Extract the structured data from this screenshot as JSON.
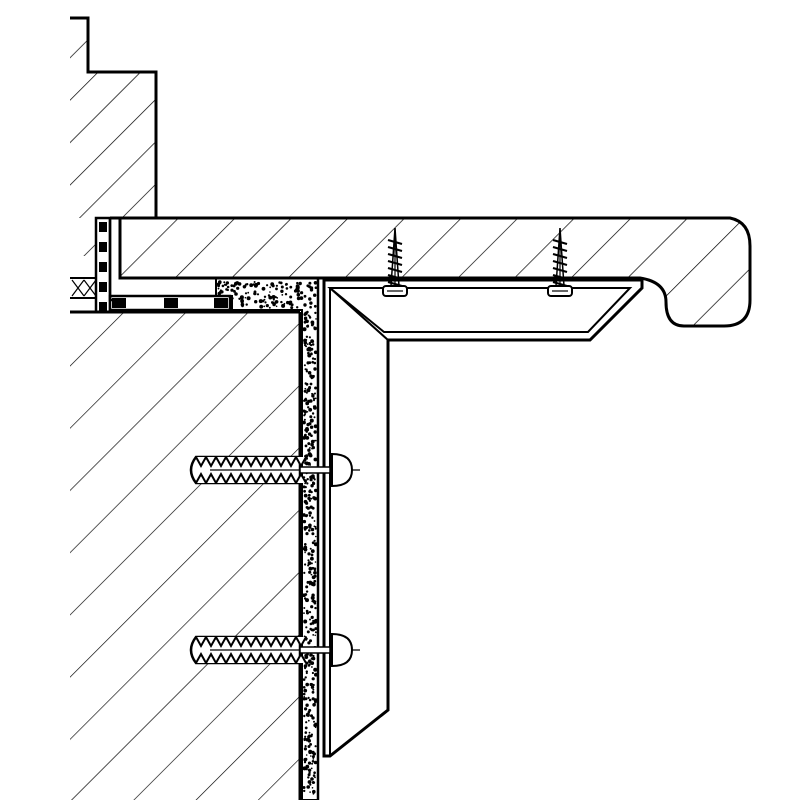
{
  "drawing": {
    "kind": "construction-section-detail",
    "stroke_color": "#000000",
    "fill_color": "#ffffff",
    "components": {
      "window_frame": {
        "icon": "timber-frame-section-icon"
      },
      "window_sill": {
        "icon": "timber-sill-section-icon",
        "screws": 2
      },
      "wall": {
        "icon": "masonry-wall-section-icon"
      },
      "render_layer": {
        "icon": "stipple-render-icon"
      },
      "mounting_bracket": {
        "icon": "angle-bracket-icon"
      },
      "wall_anchors": {
        "icon": "wall-plug-icon",
        "count": 2
      },
      "seal_tape": {
        "icon": "seal-tape-icon"
      }
    }
  }
}
